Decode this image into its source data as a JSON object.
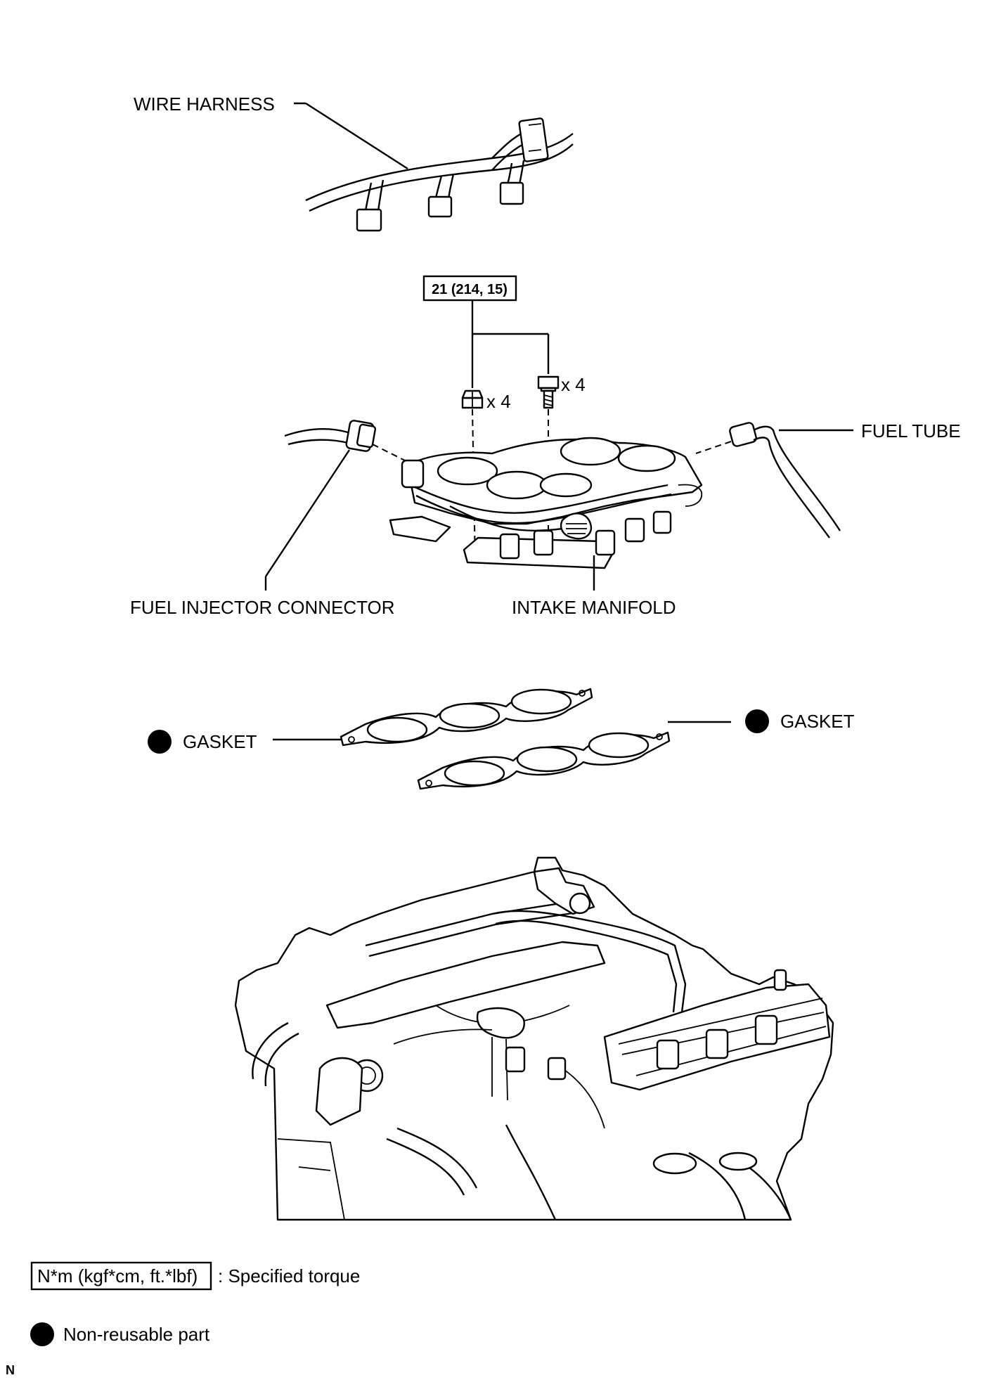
{
  "labels": {
    "wire_harness": "WIRE HARNESS",
    "torque_box": "21 (214, 15)",
    "nut_qty": "x 4",
    "bolt_qty": "x 4",
    "fuel_tube": "FUEL TUBE",
    "fuel_injector_connector": "FUEL INJECTOR CONNECTOR",
    "intake_manifold": "INTAKE MANIFOLD",
    "gasket_left": "GASKET",
    "gasket_right": "GASKET"
  },
  "legend": {
    "torque_unit": "N*m (kgf*cm, ft.*lbf)",
    "torque_desc": ": Specified torque",
    "nonreusable_desc": "Non-reusable part"
  },
  "corner_mark": "N"
}
